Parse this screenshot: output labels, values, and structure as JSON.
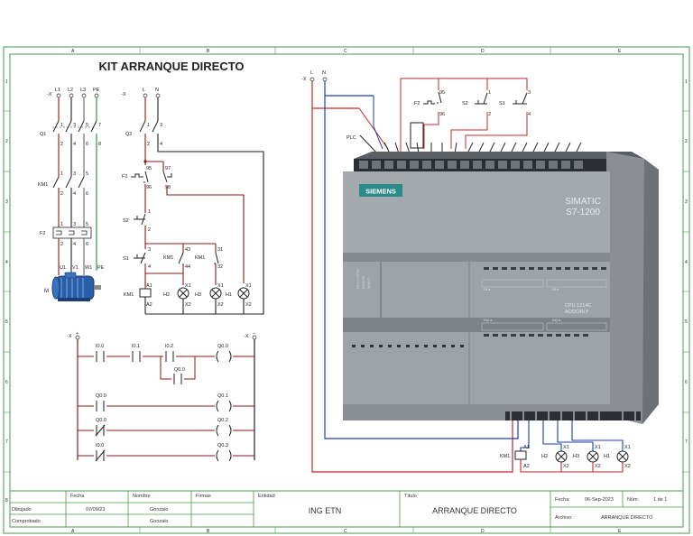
{
  "sheet": {
    "title": "KIT ARRANQUE DIRECTO",
    "col_labels": [
      "A",
      "B",
      "C",
      "D",
      "E"
    ],
    "row_labels": [
      "1",
      "2",
      "3",
      "4",
      "5",
      "6",
      "7",
      "8"
    ]
  },
  "power": {
    "supply_marks": [
      "-X",
      "L1",
      "L2",
      "L3",
      "PE"
    ],
    "q1": "Q1",
    "q1_terms_top": [
      "1",
      "3",
      "5",
      "7"
    ],
    "q1_terms_bot": [
      "2",
      "4",
      "6",
      "8"
    ],
    "km1": "KM1",
    "km1_terms_top": [
      "1",
      "3",
      "5"
    ],
    "km1_terms_bot": [
      "2",
      "4",
      "6"
    ],
    "f2": "F2",
    "f2_terms_top": [
      "1",
      "3",
      "5"
    ],
    "f2_terms_bot": [
      "2",
      "4",
      "6"
    ],
    "motor_terms": [
      "U1",
      "V1",
      "W1",
      "PE"
    ],
    "motor": "M"
  },
  "control": {
    "supply_marks": [
      "-X",
      "L",
      "N"
    ],
    "q2": "Q2",
    "q2_terms_top": [
      "1",
      "3"
    ],
    "q2_terms_bot": [
      "2",
      "4"
    ],
    "f2": "F2",
    "f2_nc": [
      "95",
      "96"
    ],
    "f2_no": [
      "97",
      "98"
    ],
    "s2": "S2",
    "s2_terms": [
      "1",
      "2"
    ],
    "s1": "S1",
    "s1_terms": [
      "3",
      "4"
    ],
    "km1_a": "KM1",
    "km1_a_terms": [
      "43",
      "44"
    ],
    "km1_b": "KM1",
    "km1_b_terms": [
      "31",
      "32"
    ],
    "coil": "KM1",
    "coil_terms": [
      "A1",
      "A2"
    ],
    "lamps": [
      "H2",
      "H3",
      "H1"
    ],
    "lamp_terms": [
      "X1",
      "X2"
    ]
  },
  "ladder": {
    "rails": [
      "-X",
      "+",
      "-X",
      "−"
    ],
    "rungs": [
      {
        "contacts": [
          "I0.0",
          "I0.1",
          "I0.2"
        ],
        "coil": "Q0.0",
        "branch": "Q0.0"
      },
      {
        "contacts": [
          "Q0.0"
        ],
        "coil": "Q0.1"
      },
      {
        "contacts": [
          "Q0.0"
        ],
        "coil": "Q0.2"
      },
      {
        "contacts": [
          "I0.0"
        ],
        "coil": "Q0.3"
      }
    ]
  },
  "plc_circuit": {
    "supply_marks": [
      "-X",
      "L",
      "N"
    ],
    "f2": "F2",
    "f2_terms": [
      "95",
      "96"
    ],
    "s2": "S2",
    "s2_terms": [
      "1",
      "2"
    ],
    "s1": "S1",
    "s1_terms": [
      "3",
      "4"
    ],
    "plc_label": "PLC",
    "coil": "KM1",
    "coil_terms": [
      "A1",
      "A2"
    ],
    "lamps": [
      "H2",
      "H3",
      "H1"
    ],
    "lamp_terms": [
      "X1",
      "X2"
    ]
  },
  "plc_device": {
    "brand": "SIEMENS",
    "family": "SIMATIC",
    "model": "S7-1200",
    "cpu": "CPU 1214C",
    "cpu_type": "AC/DC/RLY",
    "status": [
      "RUN / STOP",
      "ERROR",
      "MAINT"
    ],
    "di_a": "DI a",
    "di_b": "DI b",
    "dq_a": "DQ a",
    "dq_b": "DQ b"
  },
  "title_block": {
    "headers": {
      "fecha": "Fecha",
      "nombre": "Nombre",
      "firmas": "Firmas",
      "entidad": "Entidad",
      "titulo": "Título"
    },
    "rows": [
      {
        "label": "Dibujado",
        "fecha": "07/09/23",
        "nombre": "Gonzalo"
      },
      {
        "label": "Comprobado",
        "fecha": "",
        "nombre": "Gonzalo"
      }
    ],
    "entidad_value": "ING ETN",
    "titulo_value": "ARRANQUE DIRECTO",
    "fecha_label": "Fecha:",
    "fecha_value": "06-Sep-2023",
    "num_label": "Núm:",
    "num_value": "1 de 1",
    "archivo_label": "Archivo:",
    "archivo_value": "ARRANQUE DIRECTO"
  }
}
